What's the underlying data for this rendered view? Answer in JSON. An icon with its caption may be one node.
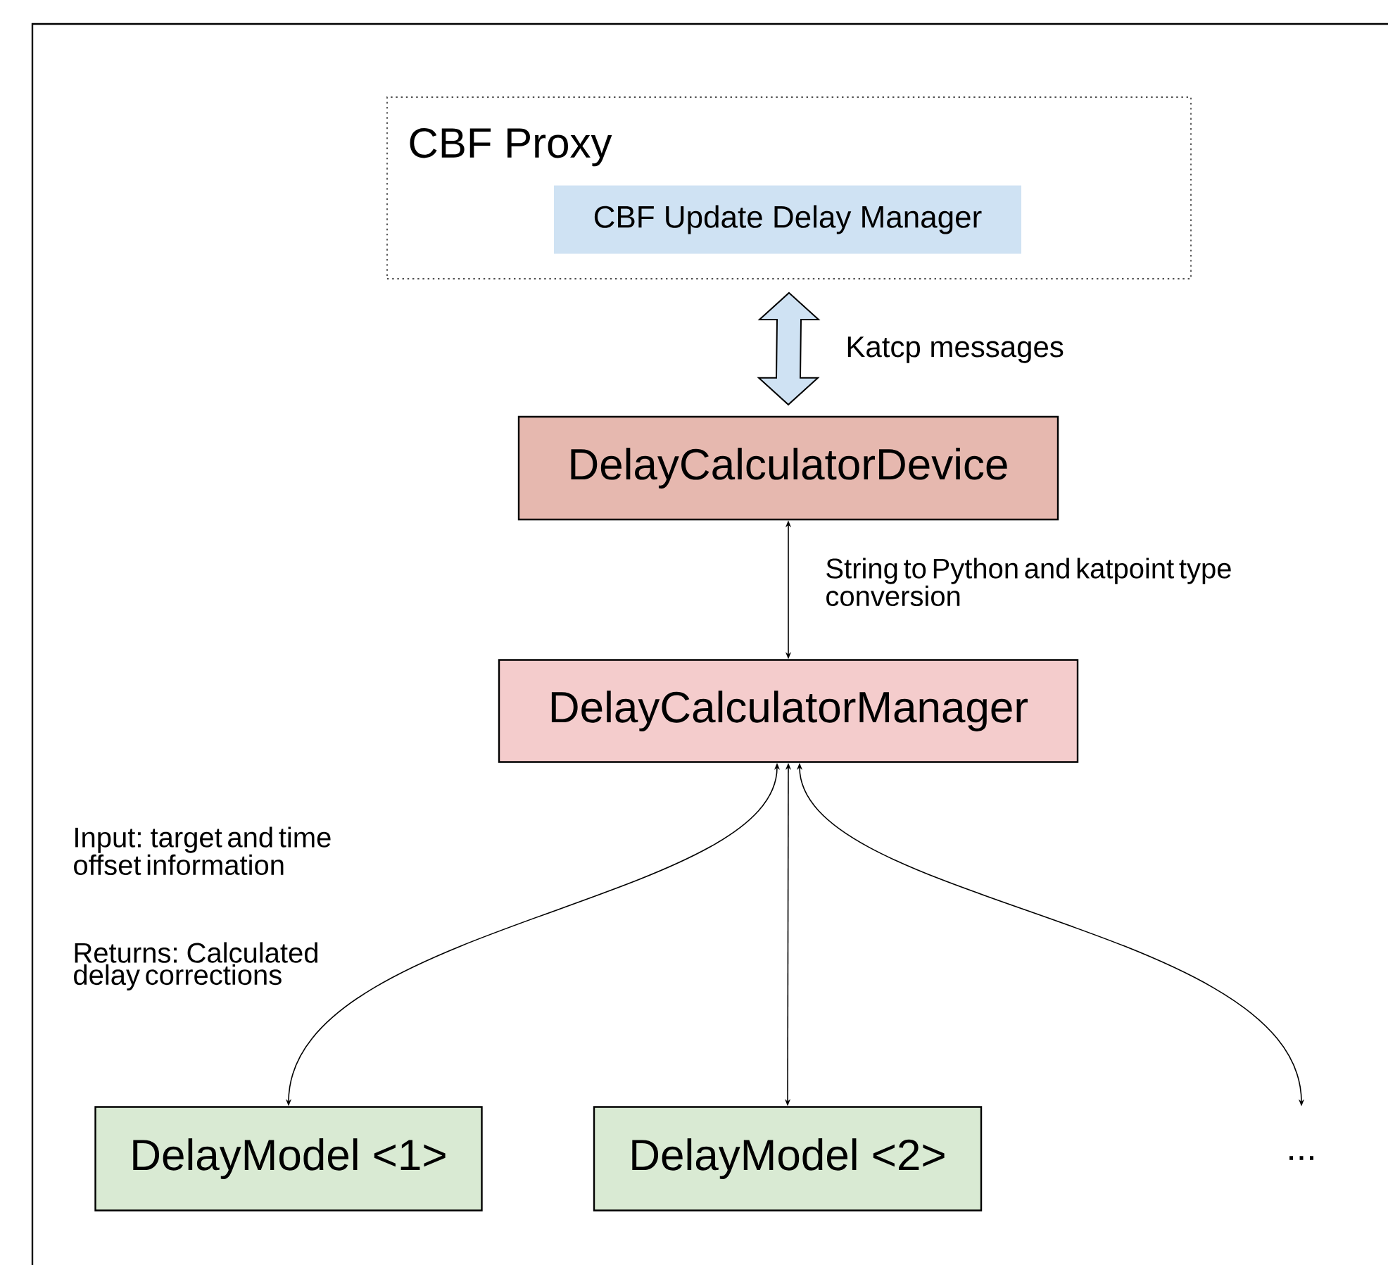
{
  "diagram": {
    "nodes": [
      {
        "text": [
          "CBF Proxy"
        ]
      },
      {
        "text": [
          "CBF Update Delay Manager"
        ],
        "in": 0
      },
      {
        "text": [
          "DelayCalculatorDevice"
        ]
      },
      {
        "text": [
          "DelayCalculatorManager"
        ]
      },
      {
        "text": [
          "DelayModel <1>"
        ]
      },
      {
        "text": [
          "DelayModel <2>"
        ]
      },
      {
        "text": [
          "..."
        ]
      }
    ],
    "edges": [
      {
        "from": 0,
        "to": 2,
        "arrow": "both",
        "style": "thick",
        "color": "#cfe2f3",
        "label": "Katcp messages"
      },
      {
        "from": 2,
        "to": 3,
        "arrow": "both",
        "label": "String to Python and katpoint type conversion"
      },
      {
        "from": 3,
        "to": 4,
        "arrow": "both"
      },
      {
        "from": 3,
        "to": 5,
        "arrow": "both"
      },
      {
        "from": 3,
        "to": 6,
        "arrow": "both"
      }
    ],
    "labels": [
      "Input: target and time offset information",
      "Returns: Calculated delay corrections"
    ]
  }
}
